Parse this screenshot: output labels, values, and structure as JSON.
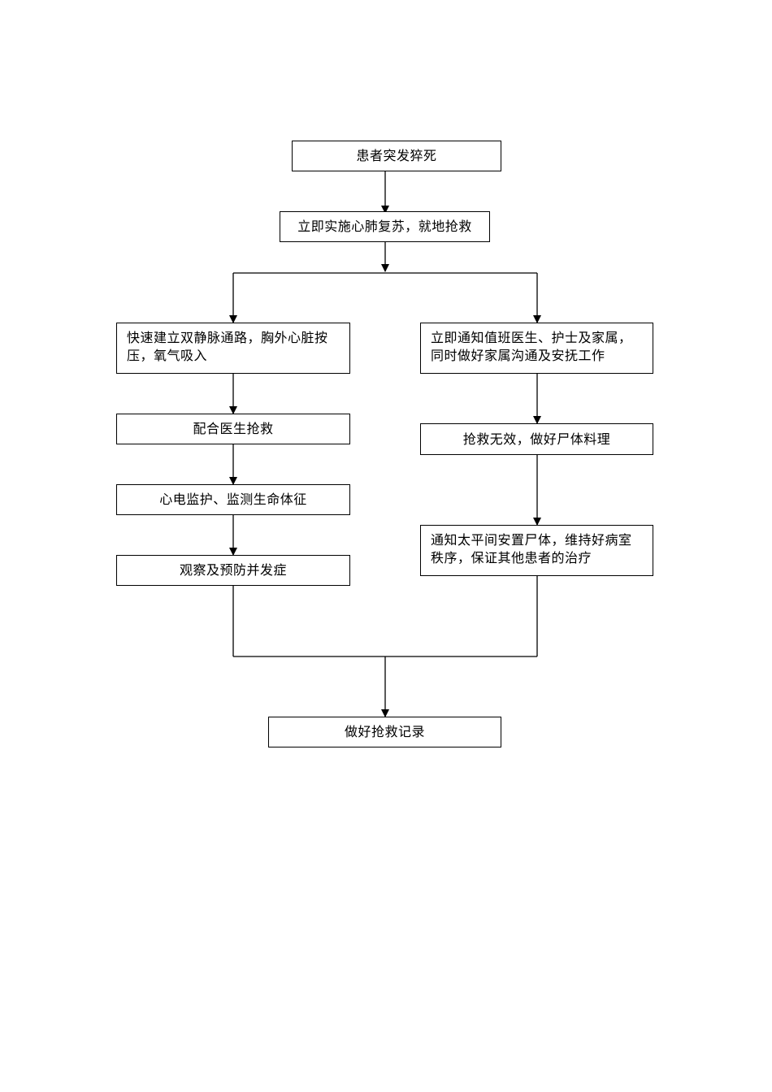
{
  "flowchart": {
    "start": "患者突发猝死",
    "cpr": "立即实施心肺复苏，就地抢救",
    "left": {
      "step1_line1": "快速建立双静脉通路，胸外心脏按",
      "step1_line2": "压，氧气吸入",
      "step2": "配合医生抢救",
      "step3": "心电监护、监测生命体征",
      "step4": "观察及预防并发症"
    },
    "right": {
      "step1_line1": "立即通知值班医生、护士及家属，",
      "step1_line2": "同时做好家属沟通及安抚工作",
      "step2": "抢救无效，做好尸体料理",
      "step3_line1": "通知太平间安置尸体，维持好病室",
      "step3_line2": "秩序，保证其他患者的治疗"
    },
    "end": "做好抢救记录"
  }
}
